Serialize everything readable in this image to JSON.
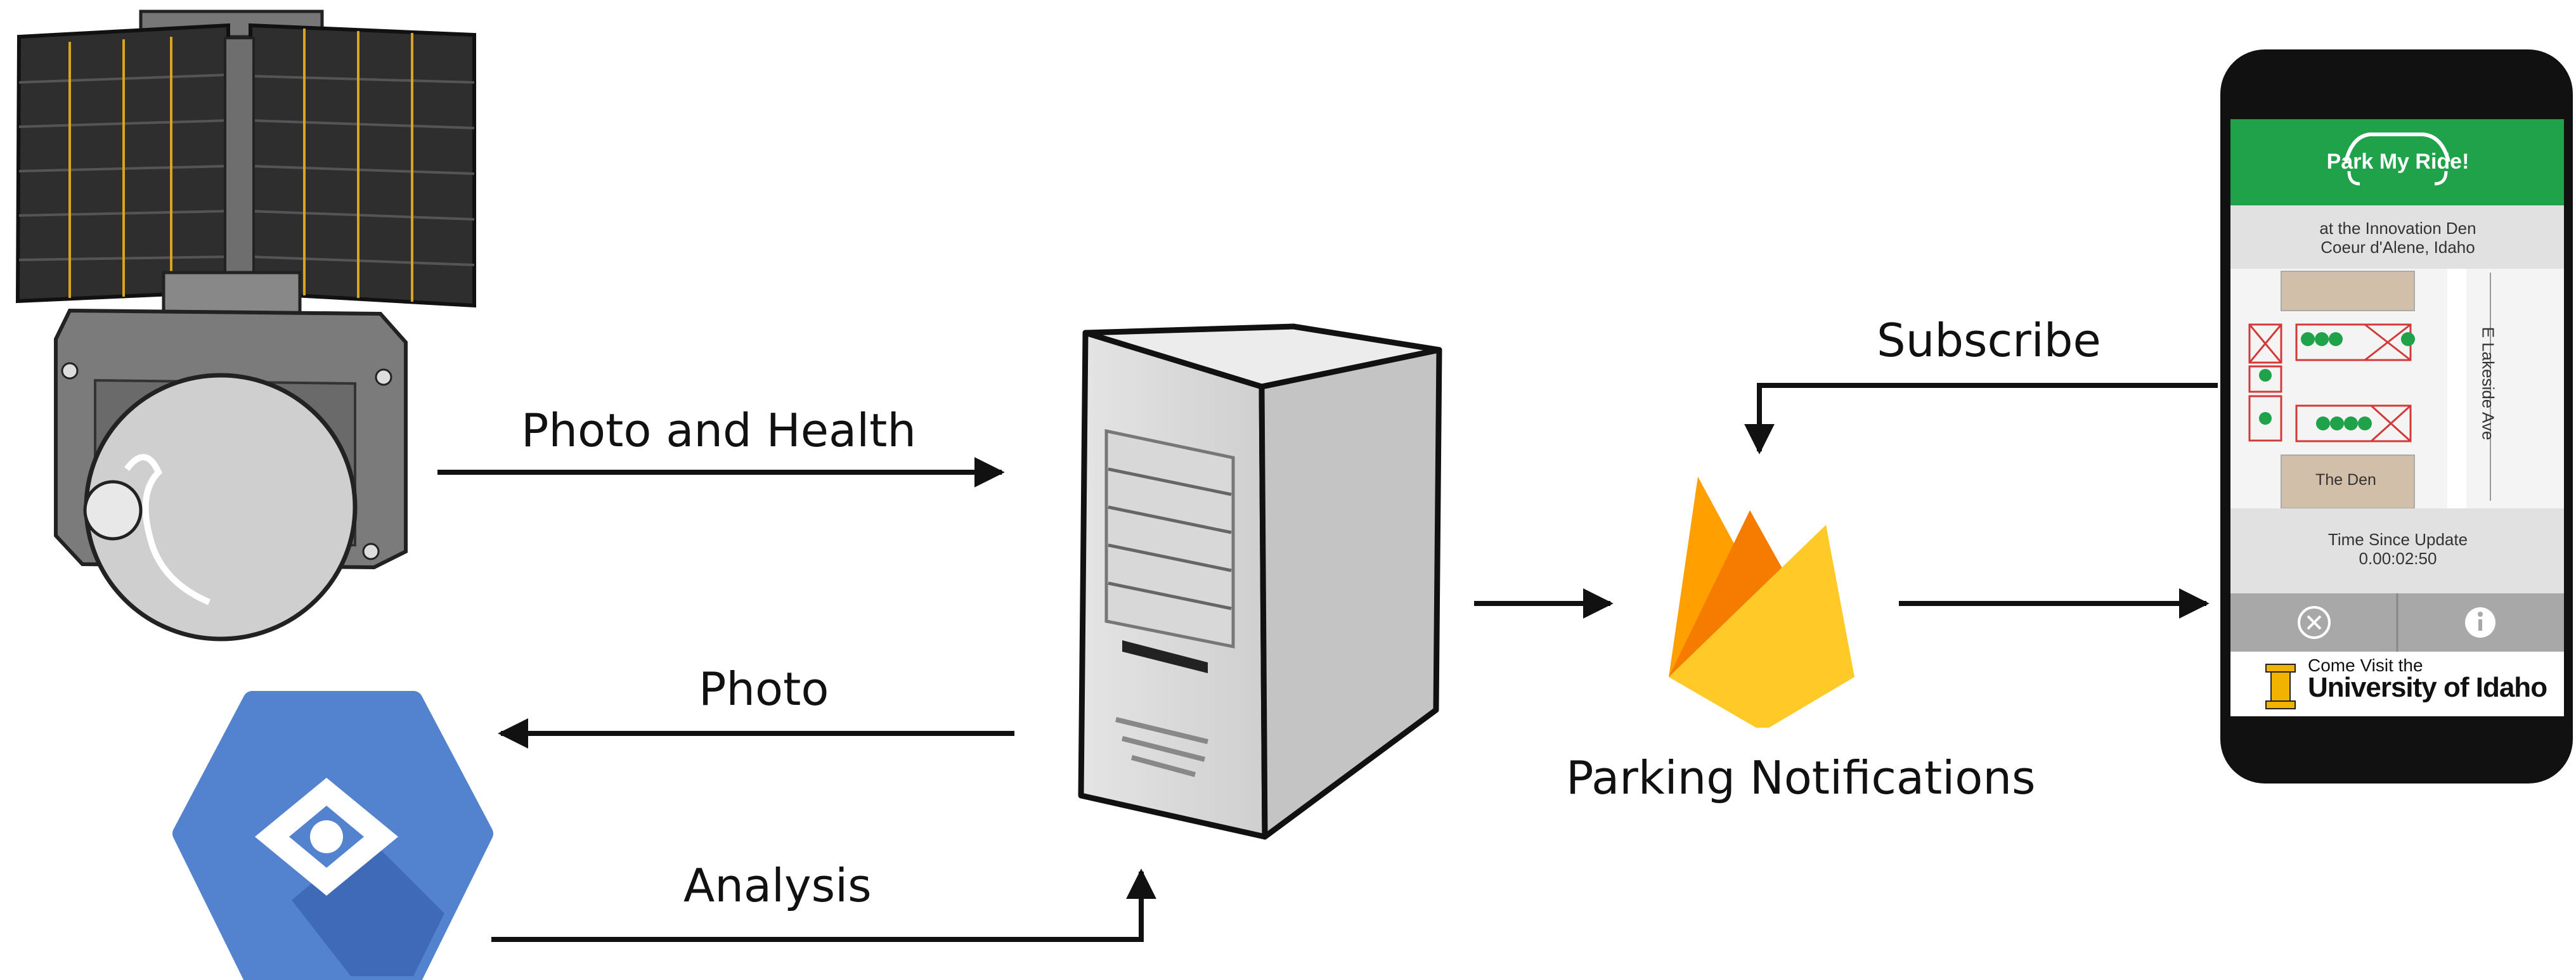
{
  "diagram": {
    "edges": {
      "camera_to_server": "Photo and Health",
      "server_to_vision": "Photo",
      "vision_to_server": "Analysis",
      "app_to_firebase": "Subscribe"
    },
    "nodes": {
      "firebase_label": "Parking Notifications"
    }
  },
  "phone_app": {
    "title": "Park My Ride!",
    "location_line1": "at the Innovation Den",
    "location_line2": "Coeur d'Alene, Idaho",
    "building_label": "The Den",
    "street_label": "E Lakeside Ave",
    "update_label": "Time Since Update",
    "update_value": "0.00:02:50",
    "footer_line1": "Come Visit the",
    "footer_line2": "University of Idaho"
  },
  "colors": {
    "app_green": "#1fa24a",
    "vision_blue": "#5382ce",
    "firebase_yellow": "#ffca28",
    "firebase_orange": "#f57c00",
    "uidaho_gold": "#f1b300"
  },
  "icons": [
    "solar-camera-device",
    "server-tower-icon",
    "cloud-vision-icon",
    "firebase-icon",
    "smartphone",
    "close-icon",
    "info-icon"
  ]
}
